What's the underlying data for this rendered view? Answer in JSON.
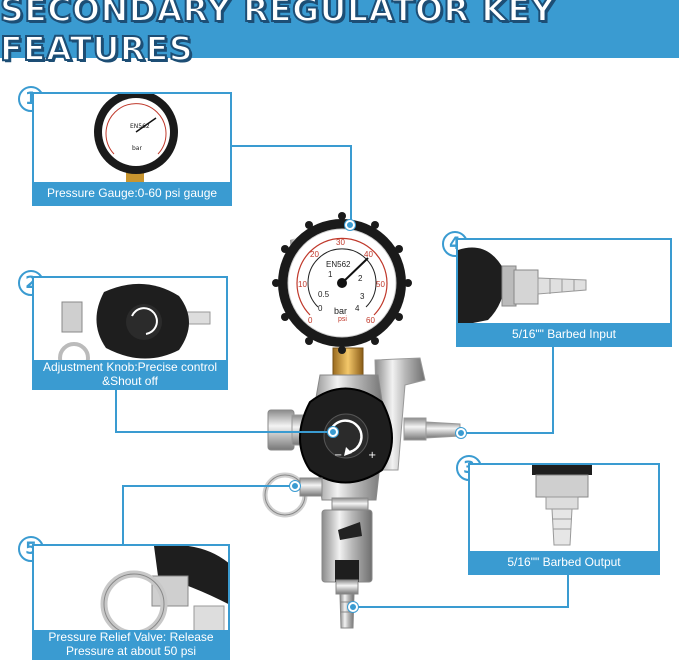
{
  "banner": {
    "title": "SECONDARY REGULATOR KEY FEATURES"
  },
  "callouts": [
    {
      "number": "1",
      "label": "Pressure Gauge:0-60 psi gauge"
    },
    {
      "number": "2",
      "label_line1": "Adjustment Knob:Precise control",
      "label_line2": "&Shout off"
    },
    {
      "number": "3",
      "label": "5/16\"\" Barbed Output"
    },
    {
      "number": "4",
      "label": "5/16\"\" Barbed Input"
    },
    {
      "number": "5",
      "label_line1": "Pressure Relief Valve: Release",
      "label_line2": "Pressure at about 50 psi"
    }
  ],
  "gauge": {
    "top_text": "EN562",
    "unit_bar": "bar",
    "unit_psi": "psi",
    "psi_ticks": [
      "0",
      "10",
      "20",
      "30",
      "40",
      "50",
      "60"
    ],
    "bar_ticks": [
      "0",
      "0.5",
      "1",
      "2",
      "3",
      "4"
    ]
  },
  "colors": {
    "accent": "#3a9bd1",
    "banner_outline": "#1d4e75"
  }
}
